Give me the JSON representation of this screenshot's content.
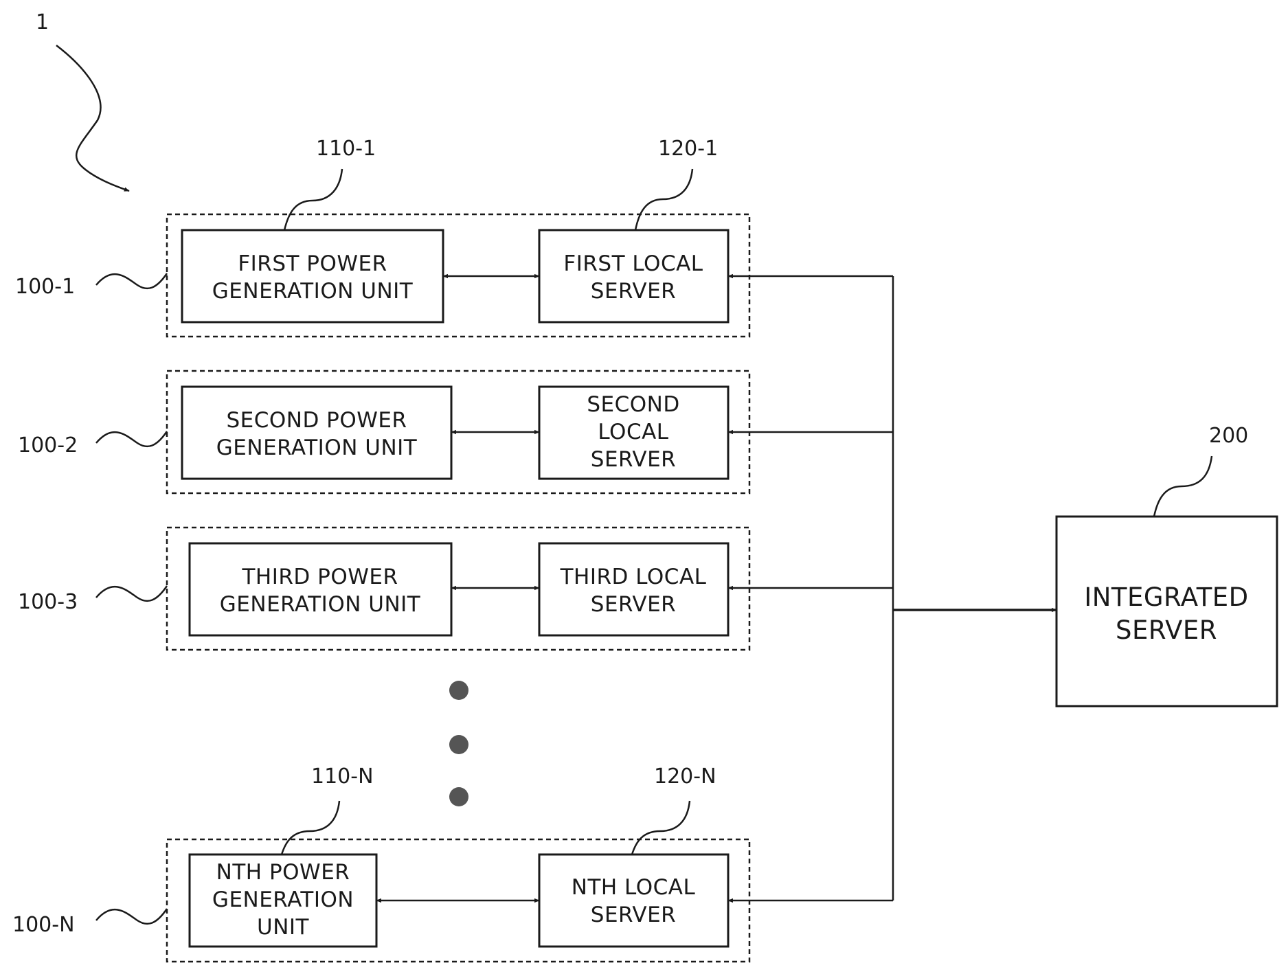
{
  "figure_ref": "1",
  "groups": [
    {
      "ref": "100-1",
      "generator": {
        "ref": "110-1",
        "lines": [
          "FIRST POWER",
          "GENERATION UNIT"
        ]
      },
      "server": {
        "ref": "120-1",
        "lines": [
          "FIRST LOCAL",
          "SERVER"
        ]
      }
    },
    {
      "ref": "100-2",
      "generator": {
        "ref": "",
        "lines": [
          "SECOND POWER",
          "GENERATION UNIT"
        ]
      },
      "server": {
        "ref": "",
        "lines": [
          "SECOND",
          "LOCAL",
          "SERVER"
        ]
      }
    },
    {
      "ref": "100-3",
      "generator": {
        "ref": "",
        "lines": [
          "THIRD POWER",
          "GENERATION UNIT"
        ]
      },
      "server": {
        "ref": "",
        "lines": [
          "THIRD LOCAL",
          "SERVER"
        ]
      }
    },
    {
      "ref": "100-N",
      "generator": {
        "ref": "110-N",
        "lines": [
          "NTH POWER",
          "GENERATION",
          "UNIT"
        ]
      },
      "server": {
        "ref": "120-N",
        "lines": [
          "NTH LOCAL",
          "SERVER"
        ]
      }
    }
  ],
  "integrated_server": {
    "ref": "200",
    "lines": [
      "INTEGRATED",
      "SERVER"
    ]
  },
  "colors": {
    "ink": "#1a1a1a",
    "dots": "#555555",
    "background": "#ffffff"
  }
}
